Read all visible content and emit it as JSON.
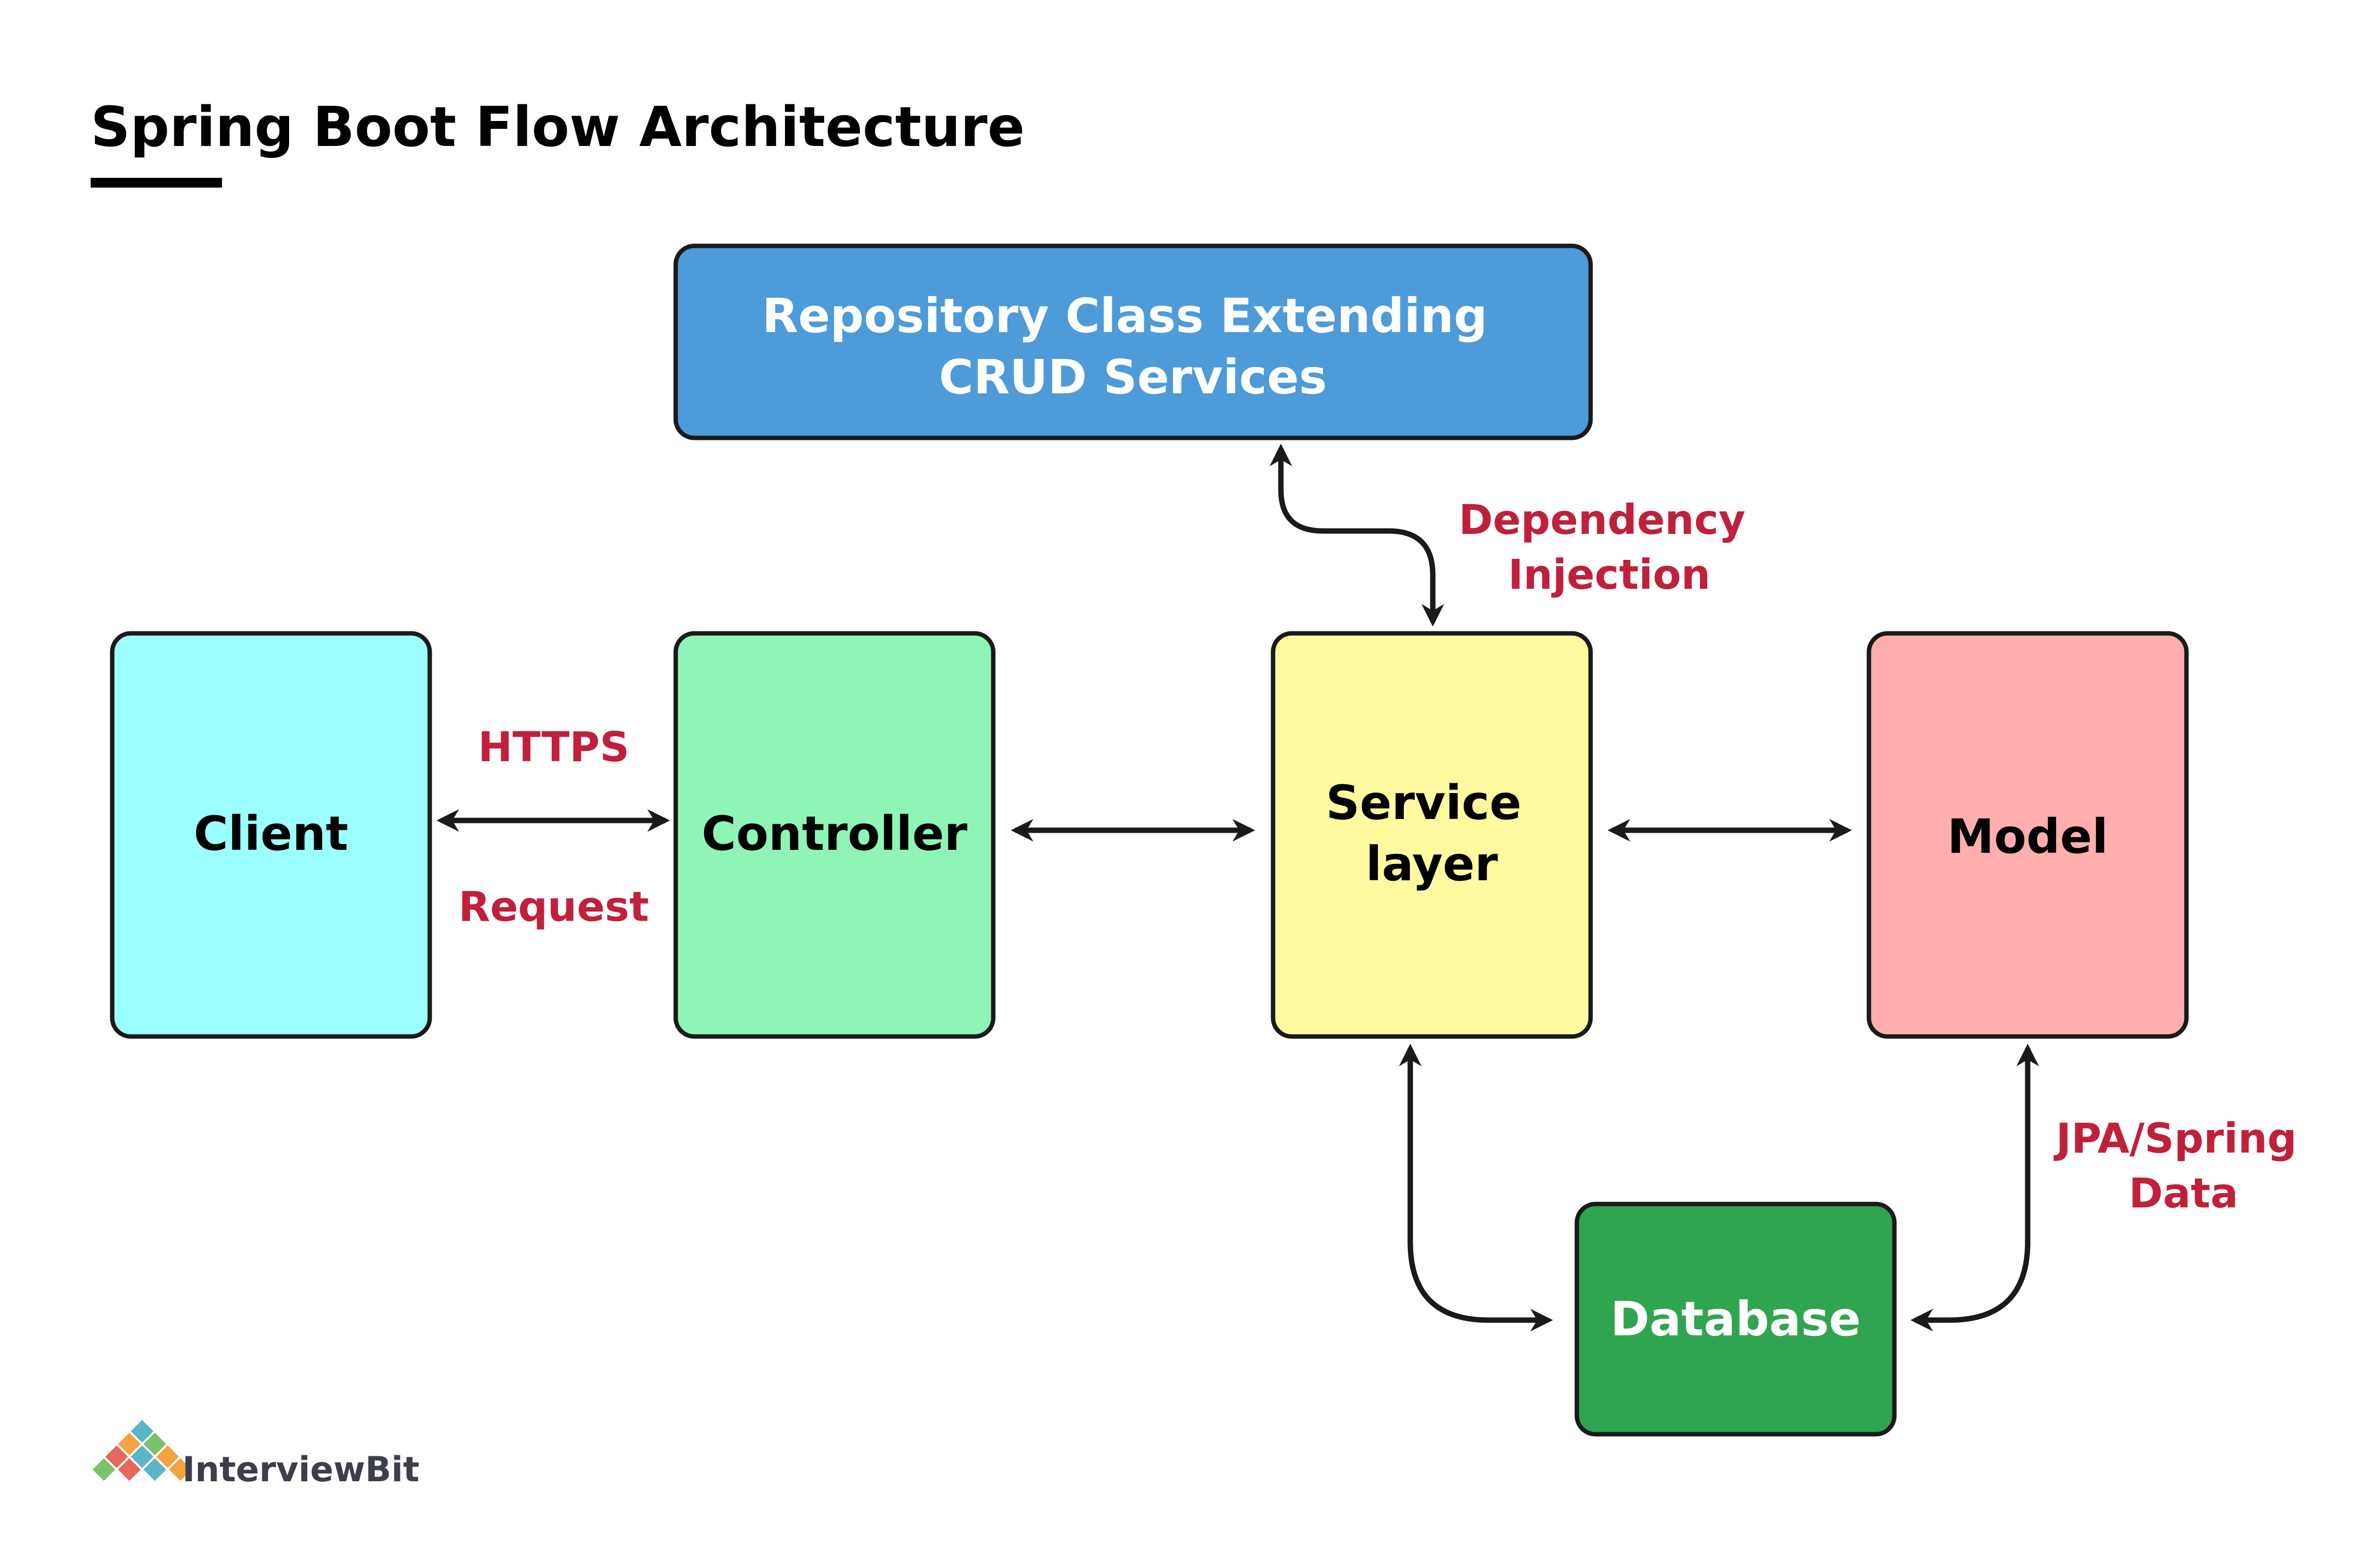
{
  "title": "Spring Boot Flow Architecture",
  "colors": {
    "title_underline": "#000000",
    "border": "#1a1a1a",
    "arrow": "#1a1a1a",
    "edge_label": "#c0203a",
    "brand_text": "#3a3f4b"
  },
  "nodes": {
    "repository": {
      "lines": [
        "Repository Class Extending",
        "CRUD Services"
      ],
      "fill": "#4d9bd9",
      "text_color": "#ffffff"
    },
    "client": {
      "lines": [
        "Client"
      ],
      "fill": "#9bffff",
      "text_color": "#000000"
    },
    "controller": {
      "lines": [
        "Controller"
      ],
      "fill": "#8ff5b6",
      "text_color": "#000000"
    },
    "service": {
      "lines": [
        "Service",
        "layer"
      ],
      "fill": "#fffaa0",
      "text_color": "#000000"
    },
    "model": {
      "lines": [
        "Model"
      ],
      "fill": "#ffaeae",
      "text_color": "#000000"
    },
    "database": {
      "lines": [
        "Database"
      ],
      "fill": "#2fa54f",
      "text_color": "#ffffff"
    }
  },
  "edge_labels": {
    "https": "HTTPS",
    "request": "Request",
    "dependency_injection": [
      "Dependency",
      "Injection"
    ],
    "jpa_spring_data": [
      "JPA/Spring",
      "Data"
    ]
  },
  "brand": {
    "name": "InterviewBit",
    "logo_icon": "interviewbit-logo-icon",
    "logo_colors": [
      "#5bb5c9",
      "#f4a340",
      "#7cc26a",
      "#e8665d"
    ]
  }
}
